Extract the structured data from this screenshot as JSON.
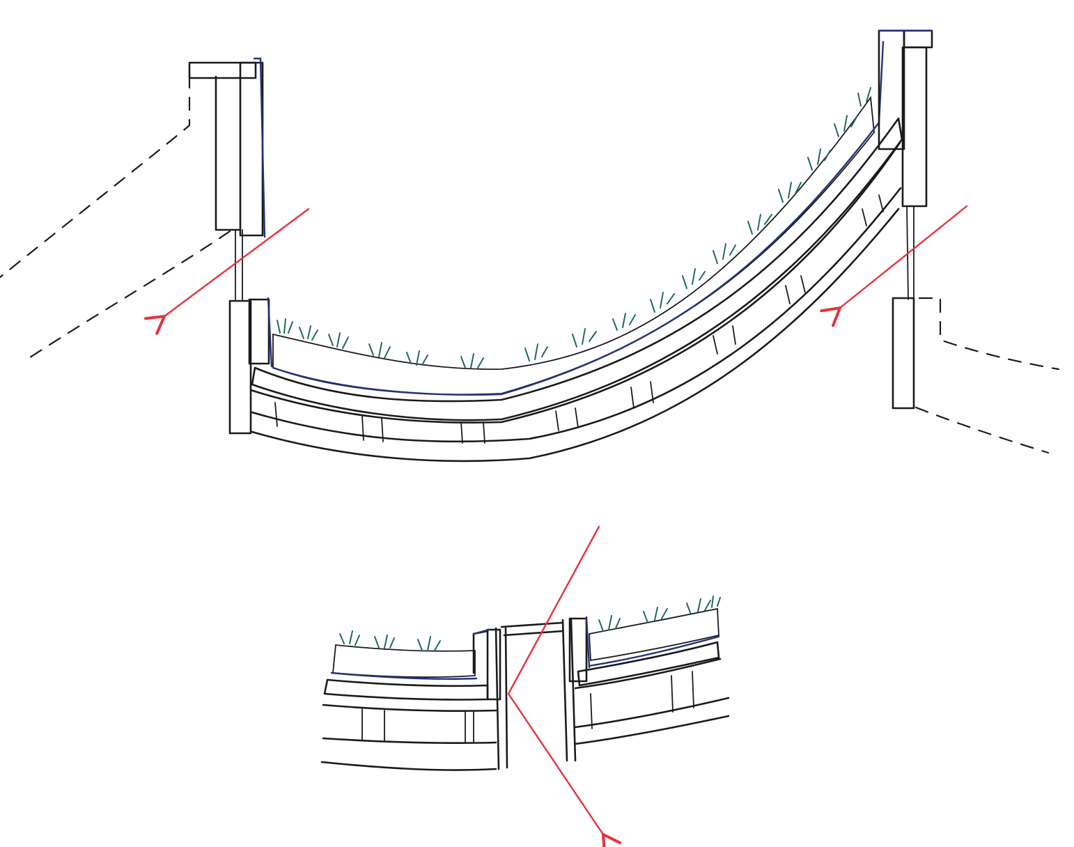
{
  "sketch": {
    "colors": {
      "ink": "#1a1a1a",
      "membrane": "#24327a",
      "vegetation": "#1f6b55",
      "water_flow": "#e8313c",
      "paper": "#ffffff"
    },
    "components": [
      {
        "name": "curved-green-roof-section",
        "icon": "roof-section"
      },
      {
        "name": "roof-detail-at-gap",
        "icon": "roof-detail"
      }
    ],
    "arrows": [
      {
        "name": "left-drainage-arrow",
        "icon": "red-arrow"
      },
      {
        "name": "right-drainage-arrow",
        "icon": "red-arrow"
      },
      {
        "name": "detail-drainage-arrow",
        "icon": "red-arrow"
      }
    ]
  }
}
